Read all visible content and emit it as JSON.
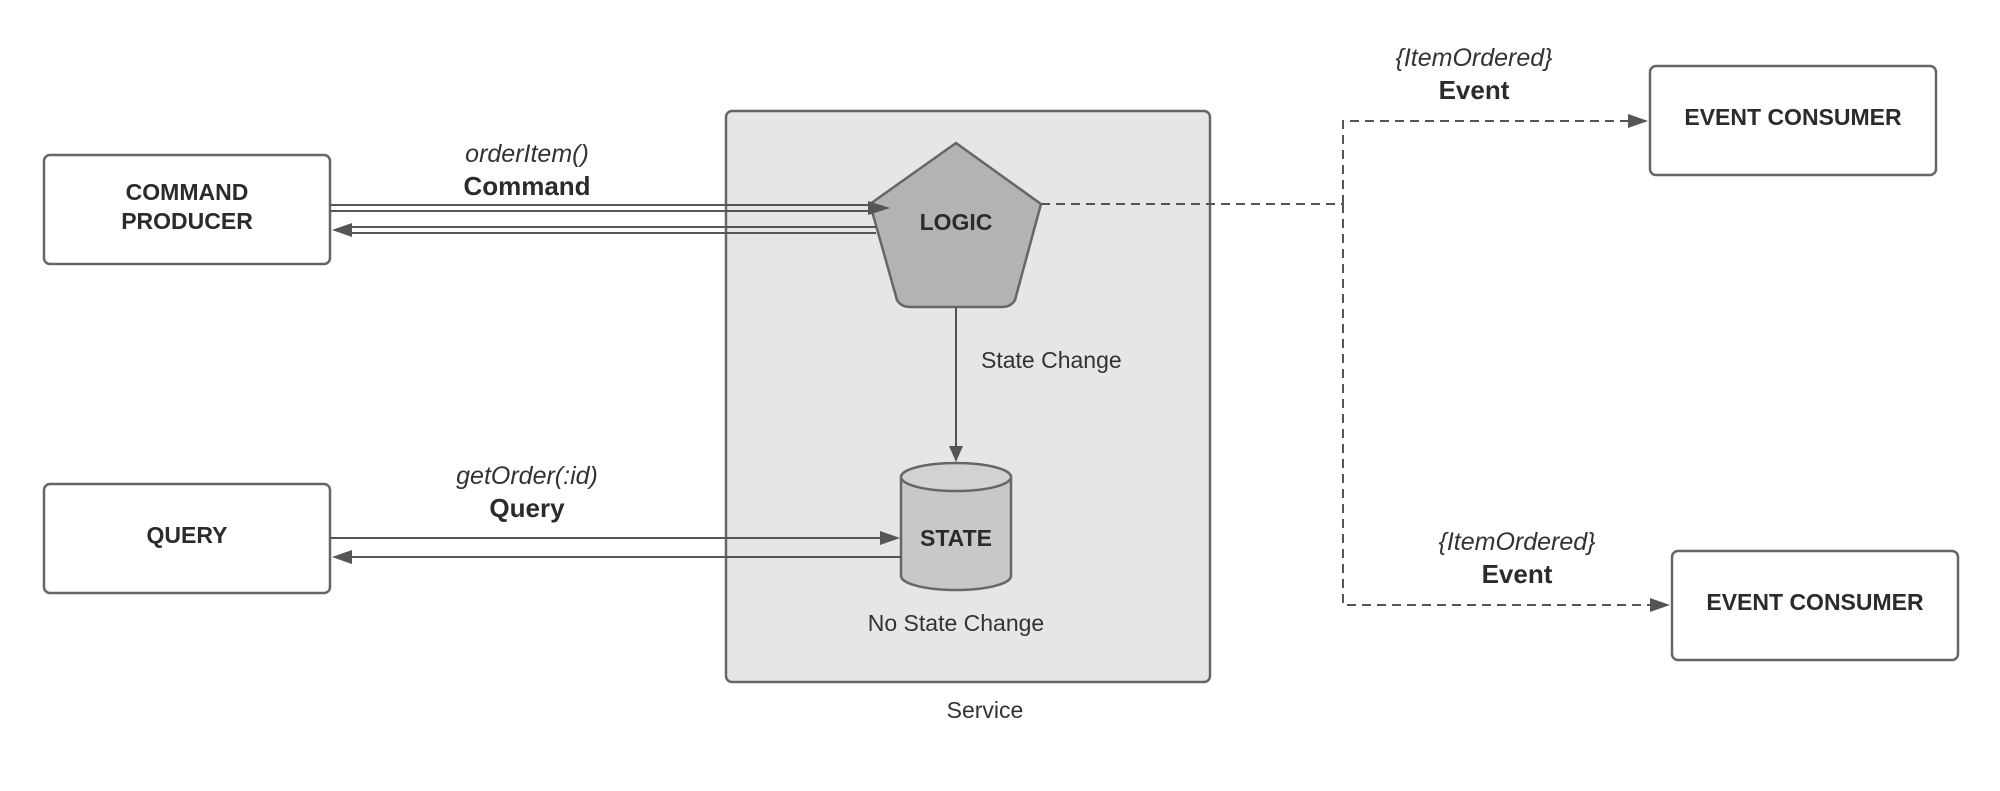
{
  "service": {
    "label": "Service"
  },
  "nodes": {
    "command_producer": {
      "line1": "COMMAND",
      "line2": "PRODUCER"
    },
    "query": {
      "label": "QUERY"
    },
    "logic": {
      "label": "LOGIC"
    },
    "state": {
      "label": "STATE"
    },
    "consumer_top": {
      "label": "EVENT CONSUMER"
    },
    "consumer_bottom": {
      "label": "EVENT CONSUMER"
    }
  },
  "edges": {
    "command": {
      "call": "orderItem()",
      "kind": "Command"
    },
    "query": {
      "call": "getOrder(:id)",
      "kind": "Query"
    },
    "state_change": {
      "label": "State Change"
    },
    "no_state_change": {
      "label": "No State Change"
    },
    "event_top": {
      "call": "{ItemOrdered}",
      "kind": "Event"
    },
    "event_bottom": {
      "call": "{ItemOrdered}",
      "kind": "Event"
    }
  },
  "colors": {
    "service_fill": "#e6e6e6",
    "logic_fill": "#b3b3b3",
    "state_fill": "#c8c8c8",
    "stroke": "#666666"
  }
}
